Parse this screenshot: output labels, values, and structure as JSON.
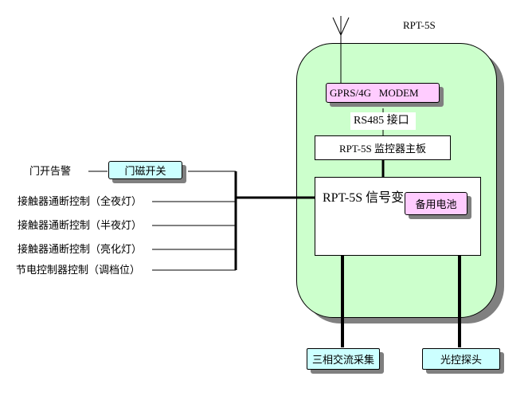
{
  "device_label": "RPT-5S",
  "modem_label": "GPRS/4G   MODEM",
  "rs485_label": "RS485 接口",
  "mainboard_label": "RPT-5S 监控器主板",
  "converter_label": "RPT-5S 信号变",
  "battery_label": "备用电池",
  "door_switch_label": "门磁开关",
  "inputs": [
    "门开告警",
    "接触器通断控制（全夜灯）",
    "接触器通断控制（半夜灯）",
    "接触器通断控制（亮化灯）",
    "节电控制器控制（调档位）"
  ],
  "ac_sampling_label": "三相交流采集",
  "light_probe_label": "光控探头",
  "colors": {
    "enclosure_fill": "#ccffcc",
    "modem_fill": "#ffccff",
    "battery_fill": "#ffccff",
    "door_switch_fill": "#ccffff",
    "ac_sampling_fill": "#ccffff",
    "light_probe_fill": "#ccffff"
  }
}
